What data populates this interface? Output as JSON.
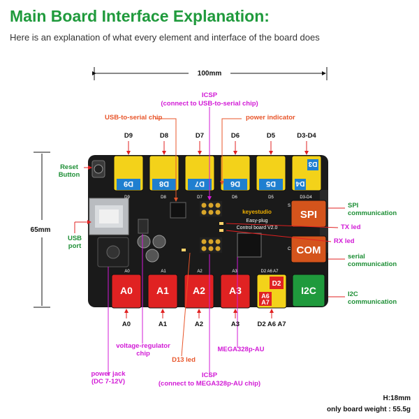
{
  "title": "Main Board Interface Explanation:",
  "subtitle": "Here is an explanation of what every element and interface of the board does",
  "dimensions": {
    "width": "100mm",
    "height": "65mm"
  },
  "top_labels": {
    "icsp_top": "ICSP",
    "icsp_top_sub": "(connect to USB-to-serial chip)",
    "usb_serial_chip": "USB-to-serial chip",
    "power_indicator": "power indicator"
  },
  "digital_ports": [
    "D9",
    "D8",
    "D7",
    "D6",
    "D5",
    "D3-D4"
  ],
  "port_tags": [
    "D9",
    "D8",
    "D7",
    "D6",
    "D5",
    "D4",
    "D3"
  ],
  "analog_ports": [
    "A0",
    "A1",
    "A2",
    "A3"
  ],
  "combo_tags": [
    "D2",
    "A6",
    "A7"
  ],
  "modules": {
    "spi": "SPI",
    "com": "COM",
    "i2c": "I2C"
  },
  "left_labels": {
    "reset_button": "Reset\nButton",
    "usb_port": "USB\nport"
  },
  "right_labels": {
    "spi_comm": "SPI\ncommunication",
    "tx_led": "TX led",
    "rx_led": "RX led",
    "serial_comm": "serial\ncommunication",
    "i2c_comm": "I2C\ncommunication"
  },
  "bottom_port_labels": [
    "A0",
    "A1",
    "A2",
    "A3",
    "D2 A6 A7"
  ],
  "bottom_labels": {
    "voltage_regulator": "voltage-regulator\nchip",
    "d13_led": "D13 led",
    "mega328": "MEGA328p-AU",
    "power_jack": "power jack\n(DC 7-12V)",
    "icsp_bottom": "ICSP",
    "icsp_bottom_sub": "(connect  to MEGA328p-AU chip)"
  },
  "board_text": {
    "brand": "keyestudio",
    "line1": "Easy-plug",
    "line2": "Control board V2.0",
    "silk_d9": "D9",
    "silk_d8": "D8",
    "silk_d7": "D7",
    "silk_d6": "D6",
    "silk_d5": "D5",
    "silk_d34": "D3-D4",
    "silk_a0": "A0",
    "silk_a1": "A1",
    "silk_a2": "A2",
    "silk_a3": "A3",
    "silk_d2": "D2 A6 A7",
    "silk_spi": "SPI",
    "silk_com": "COM"
  },
  "specs": {
    "height": "H:18mm",
    "weight": "only board weight :  55.5g"
  },
  "colors": {
    "title_green": "#1f9a3c",
    "yellow": "#f3d21a",
    "blue": "#1f7fd0",
    "red": "#e02222",
    "orange": "#d4541c",
    "green": "#1f9a3c",
    "pcb": "#1a1a1a",
    "label_magenta": "#d21bd6",
    "label_orange": "#e8552a",
    "label_red": "#e02020"
  }
}
